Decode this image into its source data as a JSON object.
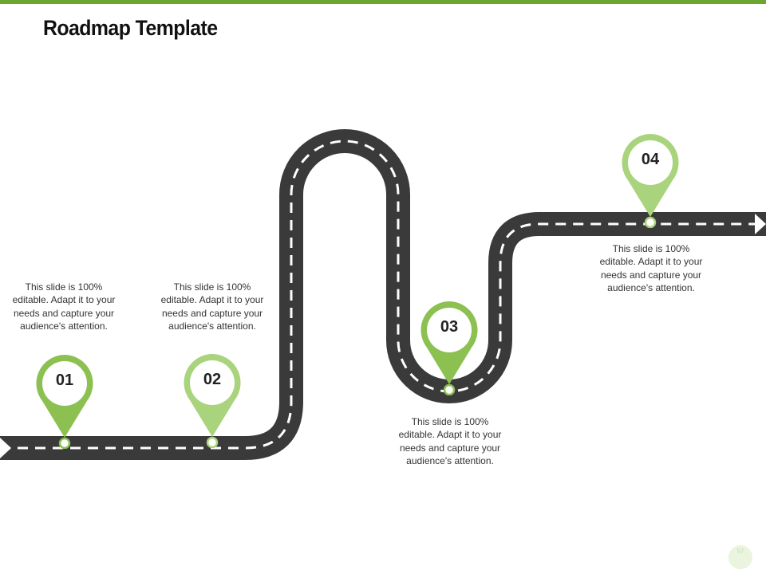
{
  "slide": {
    "title": "Roadmap Template",
    "page_number": "57"
  },
  "colors": {
    "accent": "#6aa631",
    "road": "#3a3a3a",
    "pin_light": "#a9d37c",
    "pin_dark": "#8cc152"
  },
  "milestones": [
    {
      "number": "01",
      "description": "This slide is 100% editable. Adapt it to your needs and capture your audience's attention."
    },
    {
      "number": "02",
      "description": "This slide is 100% editable. Adapt it to your needs and capture your audience's attention."
    },
    {
      "number": "03",
      "description": "This slide is 100% editable. Adapt it to your needs and capture your audience's attention."
    },
    {
      "number": "04",
      "description": "This slide is 100% editable. Adapt it to your needs and capture your audience's attention."
    }
  ]
}
